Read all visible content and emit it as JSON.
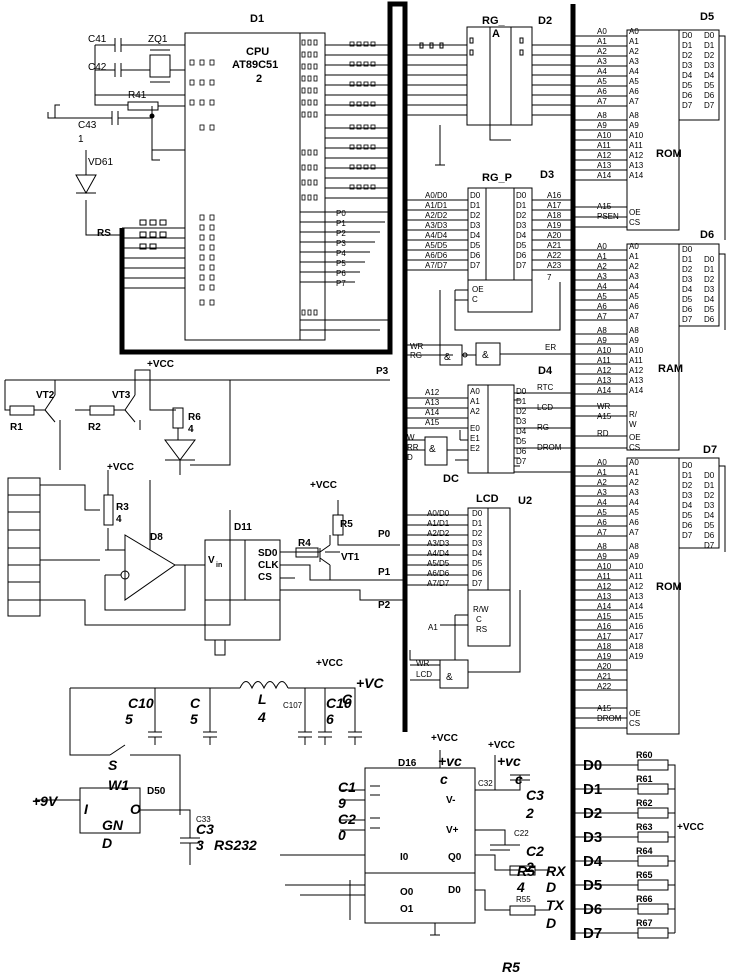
{
  "chips": {
    "d1": {
      "ref": "D1",
      "type": "CPU",
      "model": "AT89C51",
      "num": "2",
      "port_labels": [
        "P0",
        "P1",
        "P2",
        "P3",
        "P4",
        "P5",
        "P6",
        "P7"
      ],
      "rs": "RS"
    },
    "d2": {
      "ref": "D2",
      "name": "RG_",
      "sub": "A"
    },
    "d3": {
      "ref": "D3",
      "name": "RG_P",
      "inputs": [
        "A0/D0",
        "A1/D1",
        "A2/D2",
        "A3/D3",
        "A4/D4",
        "A5/D5",
        "A6/D6",
        "A7/D7"
      ],
      "outputs": [
        "A16",
        "A17",
        "A18",
        "A19",
        "A20",
        "A21",
        "A22",
        "A23"
      ],
      "extra": "7",
      "pins_in": [
        "D0",
        "D1",
        "D2",
        "D3",
        "D4",
        "D5",
        "D6",
        "D7"
      ],
      "pins_out": [
        "D0",
        "D1",
        "D2",
        "D3",
        "D4",
        "D5",
        "D6",
        "D7"
      ],
      "oe": "OE",
      "c": "C"
    },
    "d4": {
      "ref": "D4",
      "inputs": [
        "A12",
        "A13",
        "A14",
        "A15"
      ],
      "ins": [
        "A0",
        "A1",
        "A2",
        "E0",
        "E1",
        "E2"
      ],
      "outs": [
        "D0",
        "D1",
        "D2",
        "D3",
        "D4",
        "D5",
        "D6",
        "D7"
      ],
      "out_labels": [
        "RTC",
        "LCD",
        "RG",
        "DROM"
      ],
      "dc": "DC",
      "w": "W",
      "rr": "RR",
      "d": "D"
    },
    "d5": {
      "ref": "D5",
      "name": "ROM",
      "addr": [
        "A0",
        "A1",
        "A2",
        "A3",
        "A4",
        "A5",
        "A6",
        "A7",
        "A8",
        "A9",
        "A10",
        "A11",
        "A12",
        "A13",
        "A14"
      ],
      "a15": "A15",
      "psen": "PSEN",
      "ctrl": [
        "OE",
        "CS"
      ],
      "data": [
        "D0",
        "D1",
        "D2",
        "D3",
        "D4",
        "D5",
        "D6",
        "D7"
      ]
    },
    "d6": {
      "ref": "D6",
      "name": "RAM",
      "addr": [
        "A0",
        "A1",
        "A2",
        "A3",
        "A4",
        "A5",
        "A6",
        "A7",
        "A8",
        "A9",
        "A10",
        "A11",
        "A12",
        "A13",
        "A14"
      ],
      "wr": "WR",
      "rd": "RD",
      "ctrl": [
        "R/",
        "W",
        "OE",
        "CS"
      ],
      "a15": "A15",
      "data": [
        "D0",
        "D1",
        "D2",
        "D3",
        "D4",
        "D5",
        "D6",
        "D7"
      ]
    },
    "d7": {
      "ref": "D7",
      "name": "ROM",
      "addr": [
        "A0",
        "A1",
        "A2",
        "A3",
        "A4",
        "A5",
        "A6",
        "A7",
        "A8",
        "A9",
        "A10",
        "A11",
        "A12",
        "A13",
        "A14",
        "A15",
        "A16",
        "A17",
        "A18",
        "A19",
        "A20",
        "A21",
        "A22"
      ],
      "a15": "A15",
      "drom": "DROM",
      "ctrl": [
        "OE",
        "CS"
      ],
      "data": [
        "D0",
        "D1",
        "D2",
        "D3",
        "D4",
        "D5",
        "D6",
        "D7"
      ]
    },
    "u2": {
      "ref": "U2",
      "name": "LCD",
      "inputs": [
        "A0/D0",
        "A1/D1",
        "A2/D2",
        "A3/D3",
        "A4/D4",
        "A5/D5",
        "A6/D6",
        "A7/D7"
      ],
      "pins": [
        "D0",
        "D1",
        "D2",
        "D3",
        "D4",
        "D5",
        "D6",
        "D7"
      ],
      "rw": "R/W",
      "c": "C",
      "rs": "RS",
      "a1": "A1",
      "wr": "WR",
      "lcd": "LCD"
    },
    "d11": {
      "ref": "D11",
      "sdo": "SD0",
      "clk": "CLK",
      "cs": "CS",
      "vin": "V",
      "vin_sub": "in"
    },
    "d8": {
      "ref": "D8"
    },
    "d16": {
      "ref": "D16",
      "vplus": "V+",
      "vminus": "V-",
      "i0": "I0",
      "q0": "Q0",
      "o0": "O0",
      "d0": "D0",
      "o1": "O1"
    },
    "d50": {
      "ref": "D50",
      "labels": [
        "S",
        "W1",
        "I",
        "O",
        "GN",
        "D"
      ]
    }
  },
  "parts": {
    "c41": "C41",
    "c42": "C42",
    "zq1": "ZQ1",
    "r41": "R41",
    "c43": "C43",
    "c43_n": "1",
    "vd61": "VD61",
    "vt2": "VT2",
    "vt3": "VT3",
    "r1": "R1",
    "r2": "R2",
    "r6": "R6",
    "r6_n": "4",
    "r3": "R3",
    "r3_n": "4",
    "r5": "R5",
    "r4": "R4",
    "vt1": "VT1",
    "p0": "P0",
    "p1": "P1",
    "p2": "P2",
    "p3": "P3",
    "wr": "WR",
    "rg": "RG",
    "er": "ER",
    "c105": "C10",
    "c105_n": "5",
    "cc": "C",
    "cc_n": "5",
    "l4": "L",
    "l4_n": "4",
    "c107": "C107",
    "c106": "C10",
    "c106_n": "6",
    "c_vc": "C",
    "nine_v": "+9V",
    "rs232": "RS232",
    "c33": "C3",
    "c33_n": "3",
    "c33_small": "C33",
    "c19": "C1",
    "c19_n": "9",
    "c20": "C2",
    "c20_n": "0",
    "c32": "C32",
    "c32b": "C3",
    "c32b_n": "2",
    "c22": "C22",
    "c22b": "C2",
    "c22b_n": "2",
    "r54": "R5",
    "r54_n": "4",
    "r55": "R55",
    "rx": "RX",
    "rx_d": "D",
    "tx": "TX",
    "tx_d": "D",
    "r5_bottom": "R5"
  },
  "power": {
    "vcc": "+VCC",
    "vc": "+VC",
    "vc_small": "+vc",
    "vc_c": "c"
  },
  "led_bank": {
    "lines": [
      "D0",
      "D1",
      "D2",
      "D3",
      "D4",
      "D5",
      "D6",
      "D7"
    ],
    "resistors": [
      "R60",
      "R61",
      "R62",
      "R63",
      "R64",
      "R65",
      "R66",
      "R67"
    ],
    "vcc": "+VCC"
  }
}
